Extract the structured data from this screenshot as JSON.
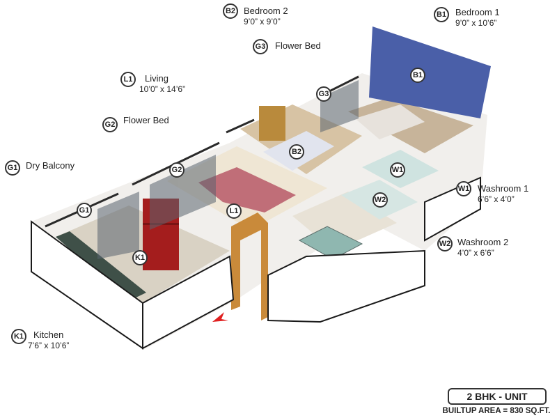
{
  "rooms": [
    {
      "code": "B2",
      "name": "Bedroom 2",
      "dims": "9’0” x 9’0”"
    },
    {
      "code": "B1",
      "name": "Bedroom 1",
      "dims": "9’0” x 10’6”"
    },
    {
      "code": "G3",
      "name": "Flower Bed",
      "dims": ""
    },
    {
      "code": "L1",
      "name": "Living",
      "dims": "10’0” x 14’6”"
    },
    {
      "code": "G2",
      "name": "Flower Bed",
      "dims": ""
    },
    {
      "code": "G1",
      "name": "Dry Balcony",
      "dims": ""
    },
    {
      "code": "W1",
      "name": "Washroom 1",
      "dims": "6’6” x 4’0”"
    },
    {
      "code": "W2",
      "name": "Washroom 2",
      "dims": "4’0” x 6’6”"
    },
    {
      "code": "K1",
      "name": "Kitchen",
      "dims": "7’6” x 10’6”"
    }
  ],
  "plan_markers": [
    "B1",
    "G3",
    "B2",
    "W1",
    "W2",
    "G2",
    "L1",
    "G1",
    "K1"
  ],
  "unit": {
    "type": "2 BHK - UNIT",
    "area": "BUILTUP AREA = 830 SQ.FT."
  },
  "colors": {
    "accent_wall": "#4a5fa8",
    "wood": "#c98a3a",
    "fridge": "#a41d1d",
    "entry_arrow": "#e02020"
  }
}
